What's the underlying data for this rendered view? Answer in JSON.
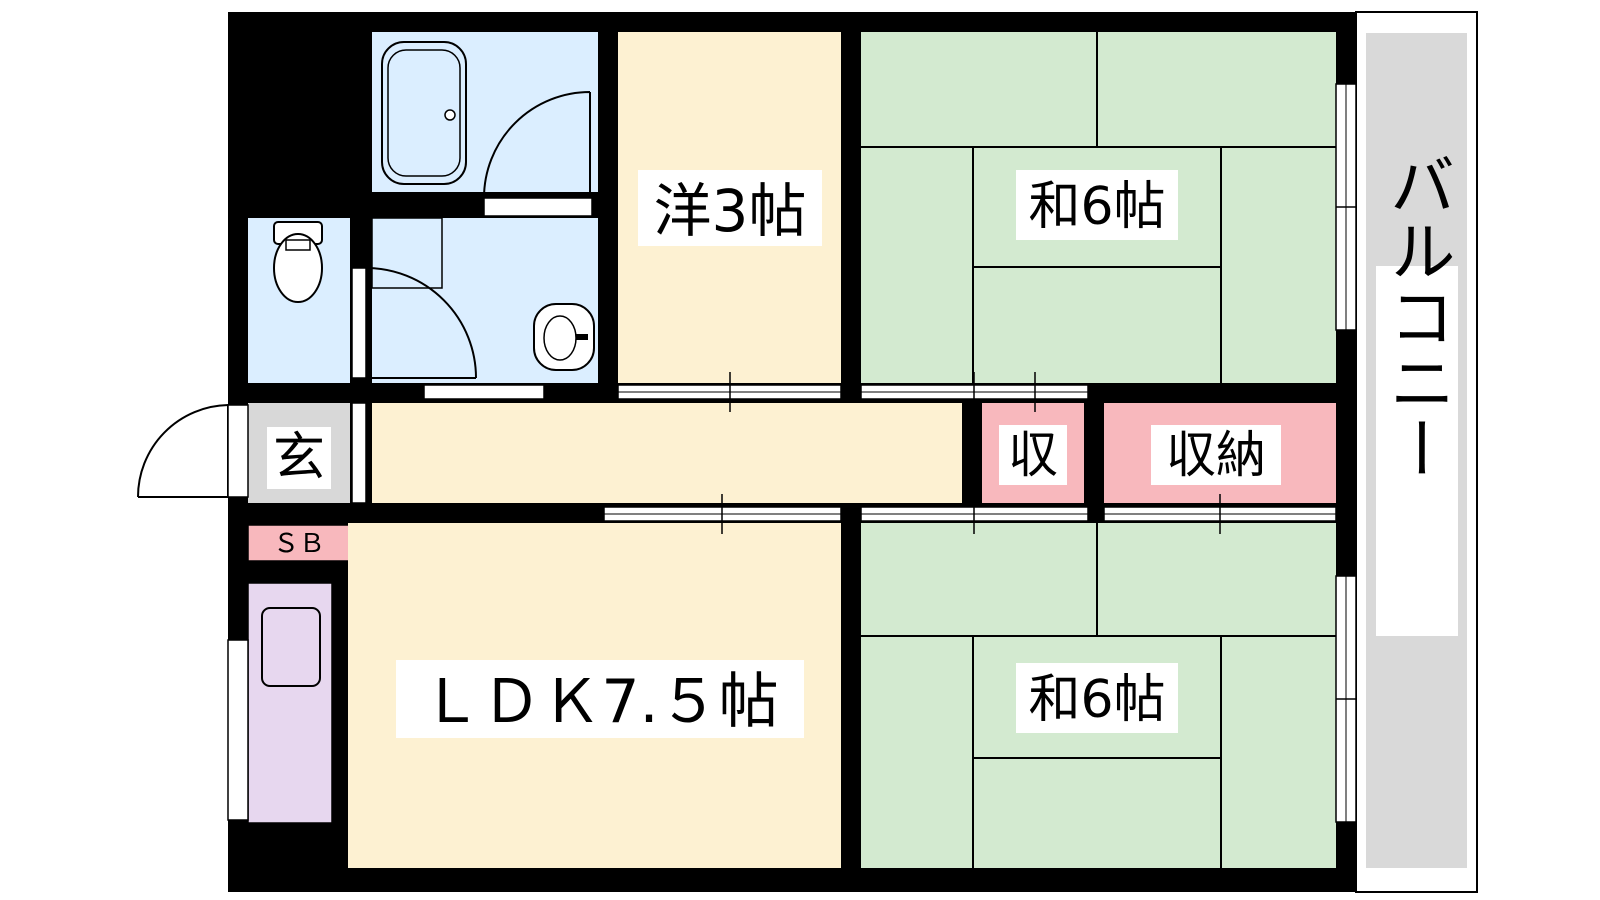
{
  "rooms": {
    "western": "洋3帖",
    "washitsu_upper": "和6帖",
    "washitsu_lower": "和6帖",
    "ldk": "ＬＤＫ7.５帖",
    "genkan": "玄",
    "shoe_box": "ＳＢ",
    "closet_small": "収",
    "closet": "収納",
    "balcony": "バルコニー"
  },
  "colors": {
    "wall": "#000000",
    "floor": "#fdf1d2",
    "tatami": "#d3ead0",
    "wet_area": "#dbeeff",
    "storage": "#f8b8bd",
    "kitchen": "#e7d7ef",
    "balcony": "#d9d9d9",
    "genkan": "#d8d8d8"
  }
}
